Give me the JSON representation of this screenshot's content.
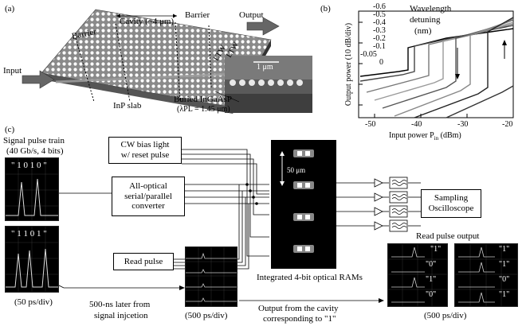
{
  "panel_a": {
    "panel_label": "(a)",
    "barrier_left": "Barrier",
    "cavity": "Cavity (~4 μm)",
    "barrier_right": "Barrier",
    "output": "Output",
    "input": "Input",
    "ltw": "LTW",
    "scale": "1 μm",
    "inp_slab": "InP slab",
    "buried_1": "Buried InGaAsP",
    "buried_2": "(λPL = 1.45 μm)"
  },
  "panel_b": {
    "panel_label": "(b)",
    "legend_title_1": "Wavelength",
    "legend_title_2": "detuning",
    "legend_unit": "(nm)",
    "detuning_values": [
      "-0.6",
      "-0.5",
      "-0.4",
      "-0.3",
      "-0.2",
      "-0.1",
      "-0.05",
      "0"
    ],
    "ylabel": "Output power (10 dB/div)",
    "xlabel": "Input power P",
    "xlabel_sub": "in",
    "xlabel_unit": " (dBm)",
    "xticks": [
      "-50",
      "-40",
      "-30",
      "-20"
    ]
  },
  "panel_c": {
    "panel_label": "(c)",
    "signal_title_1": "Signal pulse train",
    "signal_title_2": "(40 Gb/s, 4 bits)",
    "pattern_1": "\" 1 0 1 0 \"",
    "pattern_2": "\" 1 1 0 1 \"",
    "scope_left_scale": "(50 ps/div)",
    "cw_box": "CW bias light\nw/ reset pulse",
    "converter_box": "All-optical\nserial/parallel\nconverter",
    "read_box": "Read pulse",
    "ram_scale": "50 μm",
    "ram_caption": "Integrated 4-bit optical RAMs",
    "sampling_box": "Sampling\nOscilloscope",
    "read_output_title": "Read pulse output",
    "mid_scale": "(500 ps/div)",
    "later_1": "500-ns later from",
    "later_2": "signal injcetion",
    "output_1": "Output from the cavity",
    "output_2": "corresponding to \"1\"",
    "right_scale": "(500 ps/div)",
    "right_scope_1_labels": [
      "\"1\"",
      "\"0\"",
      "\"1\"",
      "\"0\""
    ],
    "right_scope_2_labels": [
      "\"1\"",
      "\"1\"",
      "\"0\"",
      "\"1\""
    ]
  }
}
